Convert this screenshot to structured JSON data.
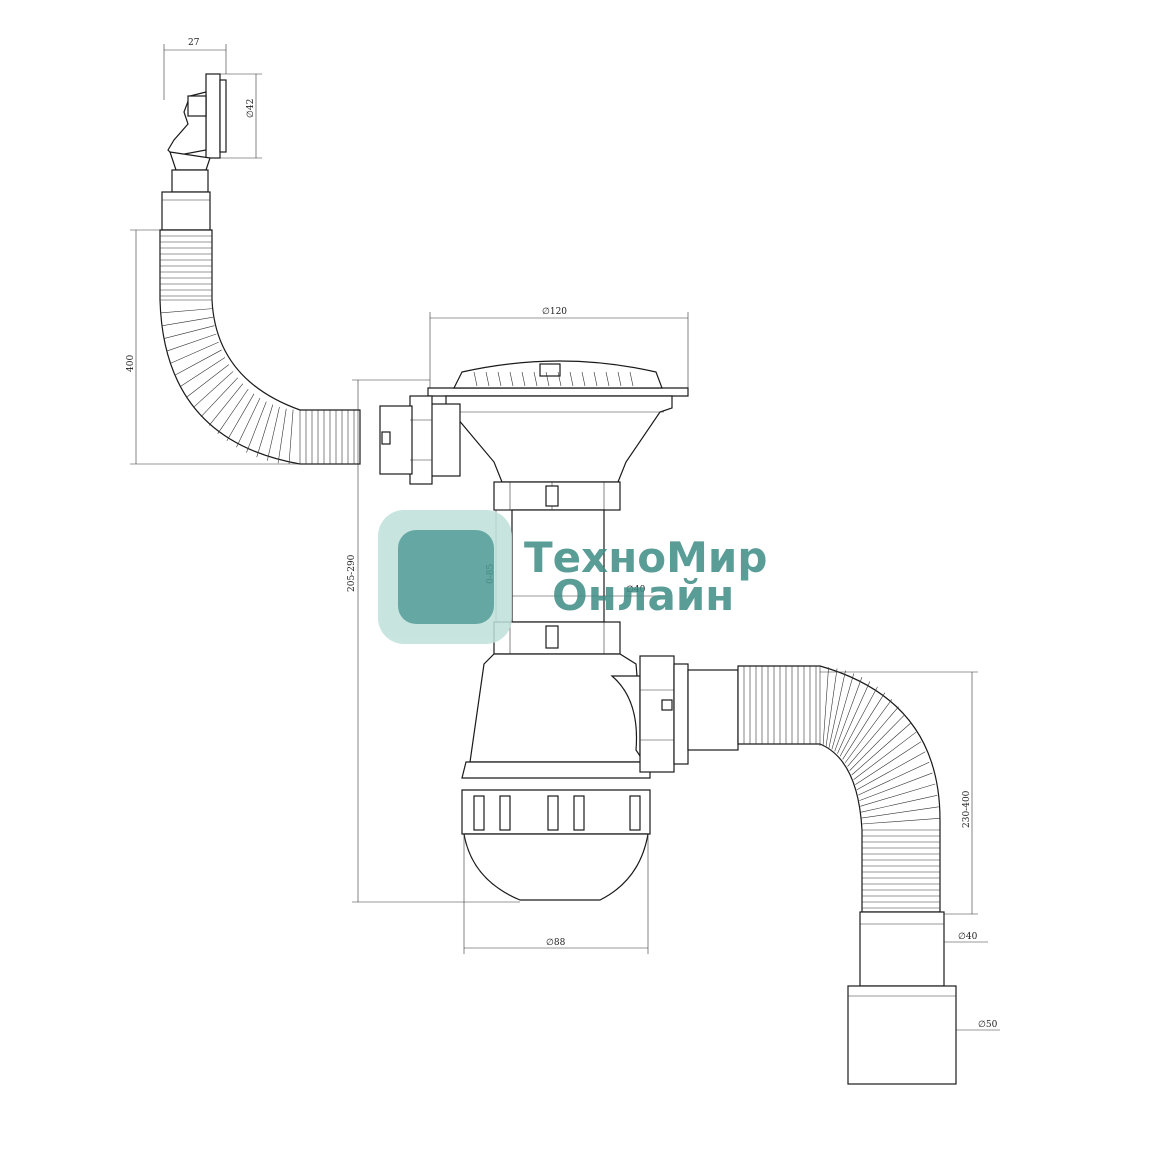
{
  "dimensions": {
    "overflow_width": "27",
    "overflow_diameter": "∅42",
    "overflow_hose_length": "400",
    "strainer_diameter": "∅120",
    "total_height": "205-290",
    "adjust_range": "0-85",
    "tail_diameter": "∅40",
    "bottle_diameter": "∅88",
    "outlet_hose_length": "230-400",
    "outlet_diameter_small": "∅40",
    "outlet_diameter_large": "∅50"
  },
  "watermark": {
    "line1": "ТехноМир",
    "line2": "Онлайн",
    "color": "#3e8c86",
    "icon": "logo-square-icon"
  }
}
